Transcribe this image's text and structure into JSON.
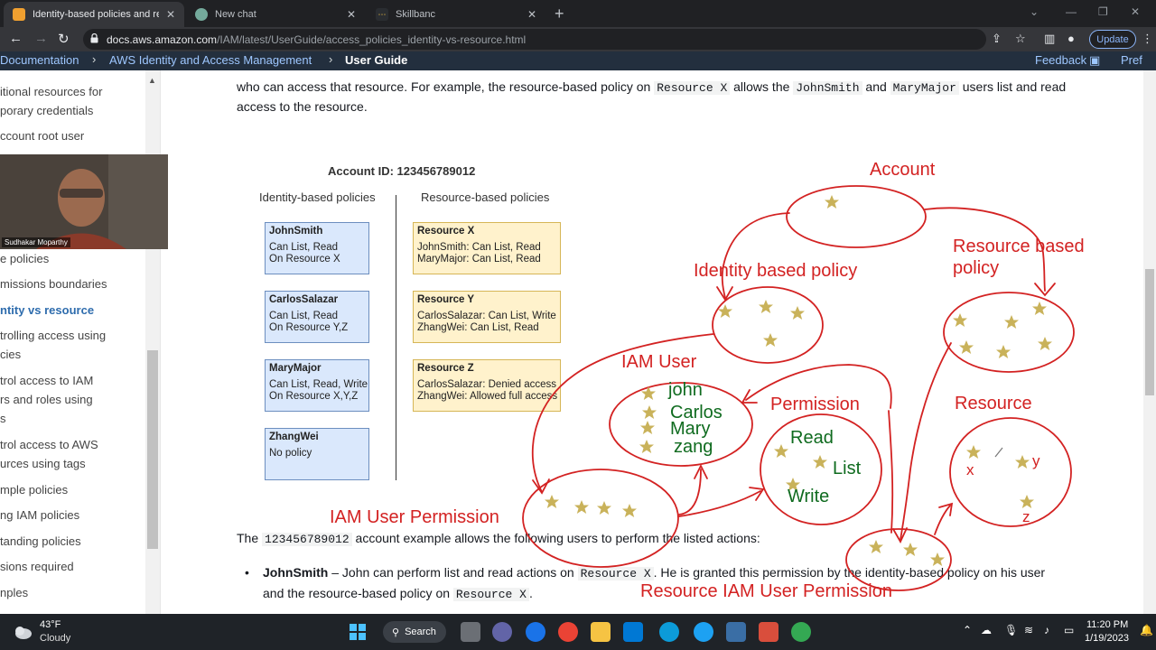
{
  "browser": {
    "tabs": [
      {
        "title": "Identity-based policies and reso",
        "active": true
      },
      {
        "title": "New chat",
        "active": false
      },
      {
        "title": "Skillbanc",
        "active": false
      }
    ],
    "url_domain": "docs.aws.amazon.com",
    "url_path": "/IAM/latest/UserGuide/access_policies_identity-vs-resource.html",
    "update_label": "Update"
  },
  "doc_header": {
    "crumbs": [
      "Documentation",
      "AWS Identity and Access Management",
      "User Guide"
    ],
    "feedback": "Feedback",
    "preferences": "Pref"
  },
  "sidebar": {
    "items": [
      "itional resources for",
      "porary credentials",
      "ccount root user",
      "e policies",
      "missions boundaries",
      "ntity vs resource",
      "trolling access using",
      "cies",
      "trol access to IAM",
      "rs and roles using",
      "s",
      "trol access to AWS",
      "urces using tags",
      "mple policies",
      "ng IAM policies",
      "tanding policies",
      "sions required",
      "nples"
    ],
    "active_item": "ntity vs resource"
  },
  "webcam": {
    "name": "Sudhakar Moparthy"
  },
  "content": {
    "intro_1": "who can access that resource. For example, the resource-based policy on",
    "code_resource_x": "Resource X",
    "intro_2": "allows the",
    "code_john": "JohnSmith",
    "intro_3": "and",
    "code_mary": "MaryMajor",
    "intro_4": "users list and read",
    "intro_line2": "access to the resource.",
    "example_1": "The",
    "code_account": "123456789012",
    "example_2": "account example allows the following users to perform the listed actions:",
    "bullet_name": "JohnSmith",
    "bullet_1": "– John can perform list and read actions on",
    "bullet_code1": "Resource X",
    "bullet_2": ". He is granted this permission by the identity-based policy on his user",
    "bullet_3": "and the resource-based policy on",
    "bullet_code2": "Resource X",
    "bullet_4": "."
  },
  "diagram": {
    "account_title": "Account ID: 123456789012",
    "identity_header": "Identity-based policies",
    "resource_header": "Resource-based policies",
    "identity_boxes": [
      {
        "name": "JohnSmith",
        "lines": [
          "Can List, Read",
          "On Resource X"
        ]
      },
      {
        "name": "CarlosSalazar",
        "lines": [
          "Can List, Read",
          "On Resource Y,Z"
        ]
      },
      {
        "name": "MaryMajor",
        "lines": [
          "Can List, Read, Write",
          "On Resource X,Y,Z"
        ]
      },
      {
        "name": "ZhangWei",
        "lines": [
          "No policy"
        ]
      }
    ],
    "resource_boxes": [
      {
        "name": "Resource X",
        "lines": [
          "JohnSmith: Can List, Read",
          "MaryMajor: Can List, Read"
        ]
      },
      {
        "name": "Resource Y",
        "lines": [
          "CarlosSalazar: Can List, Write",
          "ZhangWei: Can List, Read"
        ]
      },
      {
        "name": "Resource Z",
        "lines": [
          "CarlosSalazar: Denied access",
          "ZhangWei: Allowed full access"
        ]
      }
    ]
  },
  "annotations": {
    "account": "Account",
    "identity_policy": "Identity based policy",
    "resource_policy_1": "Resource based",
    "resource_policy_2": "policy",
    "iam_user": "IAM User",
    "users": [
      "john",
      "Carlos",
      "Mary",
      "zang"
    ],
    "permission": "Permission",
    "perms": [
      "Read",
      "List",
      "Write"
    ],
    "resource": "Resource",
    "res_letters": [
      "x",
      "y",
      "z"
    ],
    "iam_user_permission": "IAM User Permission",
    "resource_iam_user_permission": "Resource IAM User Permission"
  },
  "taskbar": {
    "temp": "43°F",
    "weather": "Cloudy",
    "search": "Search",
    "time": "11:20 PM",
    "date": "1/19/2023"
  },
  "colors": {
    "annotation_red": "#d32222",
    "annotation_green": "#0f6b1f",
    "star": "#c9b25a"
  }
}
